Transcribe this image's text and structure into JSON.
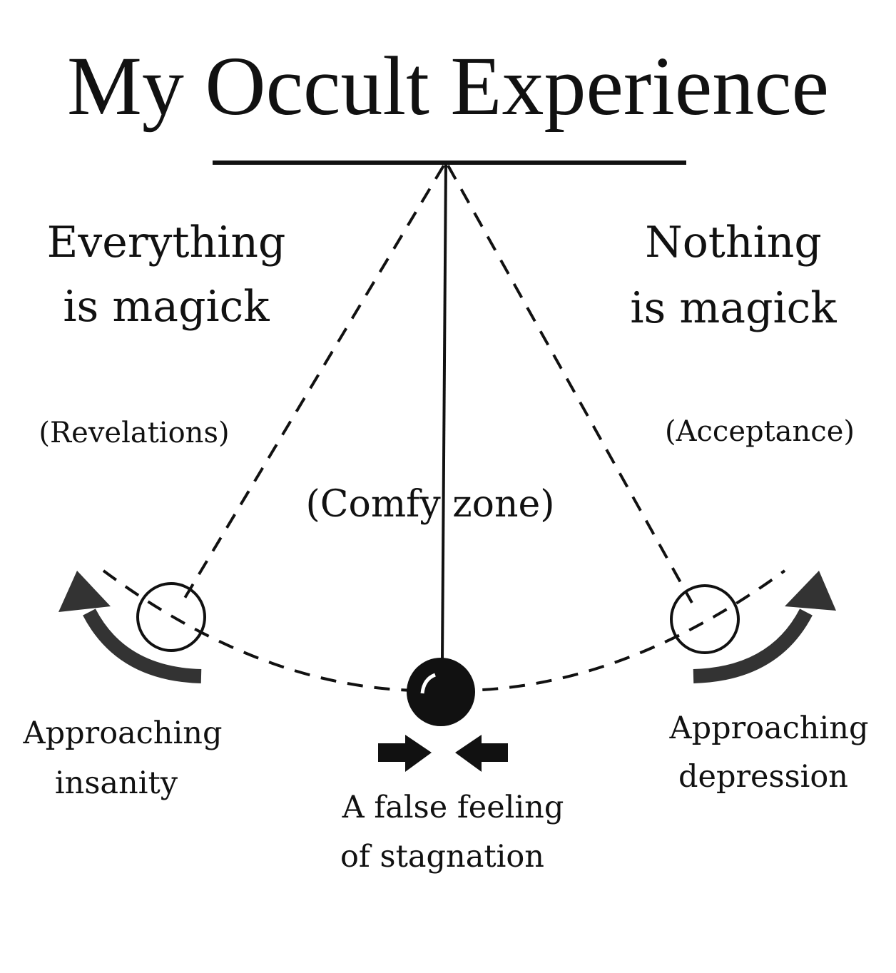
{
  "title": "My Occult Experience",
  "left": {
    "line1": "Everything",
    "line2": "is magick",
    "note": "(Revelations)",
    "outcome1": "Approaching",
    "outcome2": "insanity"
  },
  "right": {
    "line1": "Nothing",
    "line2": "is magick",
    "note": "(Acceptance)",
    "outcome1": "Approaching",
    "outcome2": "depression"
  },
  "center": {
    "note": "(Comfy zone)",
    "caption1": "A false feeling",
    "caption2": "of stagnation"
  },
  "colors": {
    "ink": "#111111",
    "arrow": "#333333",
    "background": "#ffffff"
  }
}
